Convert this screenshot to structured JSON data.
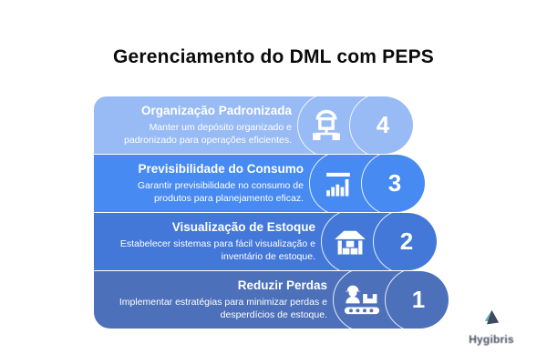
{
  "title": "Gerenciamento do DML com PEPS",
  "rows": [
    {
      "number": "4",
      "title": "Organização Padronizada",
      "description": "Manter um depósito organizado e padronizado para operações eficientes.",
      "color": "#98bbf5",
      "icon": "hierarchy-icon"
    },
    {
      "number": "3",
      "title": "Previsibilidade do Consumo",
      "description": "Garantir previsibilidade no consumo de produtos para planejamento eficaz.",
      "color": "#478af2",
      "icon": "bar-chart-icon"
    },
    {
      "number": "2",
      "title": "Visualização de Estoque",
      "description": "Estabelecer sistemas para fácil visualização e inventário de estoque.",
      "color": "#4478d8",
      "icon": "warehouse-icon"
    },
    {
      "number": "1",
      "title": "Reduzir Perdas",
      "description": "Implementar estratégias para minimizar perdas e desperdícios de estoque.",
      "color": "#4c70ba",
      "icon": "worker-conveyor-icon"
    }
  ],
  "watermark": {
    "text": "Hygibris",
    "teal": "#4fb0a5",
    "navy": "#2f3a52"
  }
}
